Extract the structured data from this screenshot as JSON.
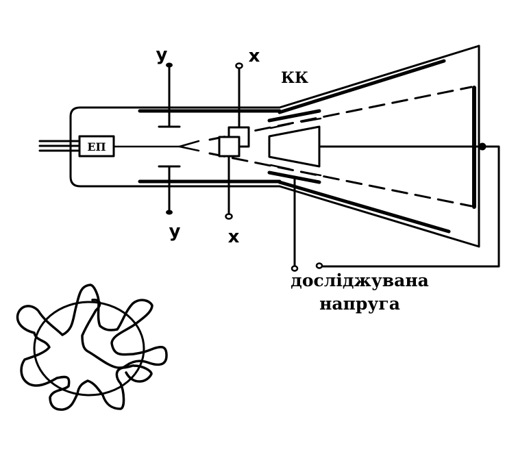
{
  "labels": {
    "gun": "ЕП",
    "y_top": "y",
    "x_top": "x",
    "y_bottom": "y",
    "x_bottom": "x",
    "focus_coil": "КК",
    "signal_line1": "досліджувана",
    "signal_line2": "напруга"
  },
  "colors": {
    "ink": "#000000",
    "background": "#ffffff"
  }
}
